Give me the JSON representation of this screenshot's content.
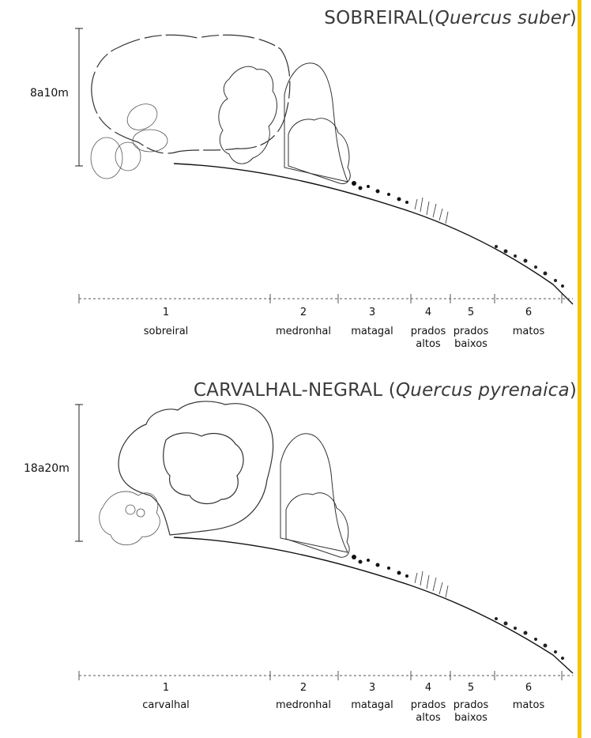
{
  "accent_color": "#f5c400",
  "panels": [
    {
      "id": "sobreiral",
      "title_main": "SOBREIRAL(",
      "title_species": "Quercus suber",
      "title_close": ")",
      "height": "8a10m",
      "zones": [
        {
          "num": "1",
          "name": [
            "sobreiral"
          ]
        },
        {
          "num": "2",
          "name": [
            "medronhal"
          ]
        },
        {
          "num": "3",
          "name": [
            "matagal"
          ]
        },
        {
          "num": "4",
          "name": [
            "prados",
            "altos"
          ]
        },
        {
          "num": "5",
          "name": [
            "prados",
            "baixos"
          ]
        },
        {
          "num": "6",
          "name": [
            "matos"
          ]
        }
      ]
    },
    {
      "id": "carvalhal",
      "title_main": "CARVALHAL-NEGRAL (",
      "title_species": "Quercus pyrenaica",
      "title_close": ")",
      "height": "18a20m",
      "zones": [
        {
          "num": "1",
          "name": [
            "carvalhal"
          ]
        },
        {
          "num": "2",
          "name": [
            "medronhal"
          ]
        },
        {
          "num": "3",
          "name": [
            "matagal"
          ]
        },
        {
          "num": "4",
          "name": [
            "prados",
            "altos"
          ]
        },
        {
          "num": "5",
          "name": [
            "prados",
            "baixos"
          ]
        },
        {
          "num": "6",
          "name": [
            "matos"
          ]
        }
      ]
    }
  ]
}
